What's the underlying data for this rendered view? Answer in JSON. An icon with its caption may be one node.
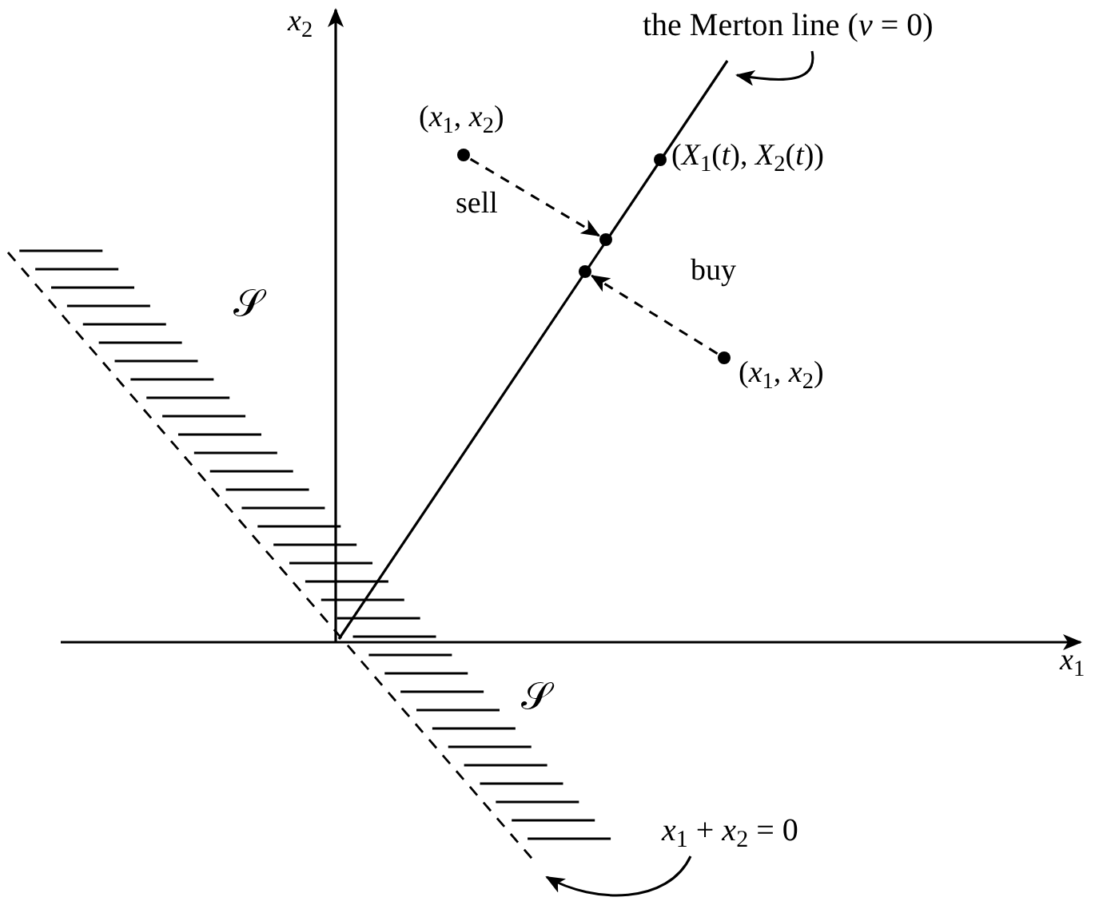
{
  "diagram": {
    "nodes": [
      {
        "text": [],
        "shape": "circle",
        "beside": [
          "(*x*$_{1}$, *x*$_{2}$)"
        ]
      },
      {
        "text": [],
        "shape": "circle"
      },
      {
        "text": [],
        "shape": "circle",
        "beside": [
          "(*X*$_{1}$(*t*), *X*$_{2}$(*t*))"
        ]
      },
      {
        "text": [],
        "shape": "circle"
      },
      {
        "text": [],
        "shape": "circle",
        "beside": [
          "(*x*$_{1}$, *x*$_{2}$)"
        ]
      },
      {
        "text": [
          "the Merton line (*ν* = 0)"
        ]
      },
      {
        "text": [
          "*x*$_{1}$ + *x*$_{2}$ = 0"
        ]
      }
    ],
    "edges": [
      {
        "from": 0,
        "to": 1,
        "arrow": "to",
        "style": "dashed",
        "label": "sell"
      },
      {
        "from": 4,
        "to": 3,
        "arrow": "to",
        "style": "dashed",
        "label": "buy"
      },
      {
        "from": 5,
        "to": null,
        "arrow": "to"
      },
      {
        "from": 6,
        "to": null,
        "arrow": "to"
      }
    ],
    "labels": [
      "*x*$_{2}$",
      "*x*$_{1}$",
      "𝒮",
      "𝒮"
    ]
  }
}
